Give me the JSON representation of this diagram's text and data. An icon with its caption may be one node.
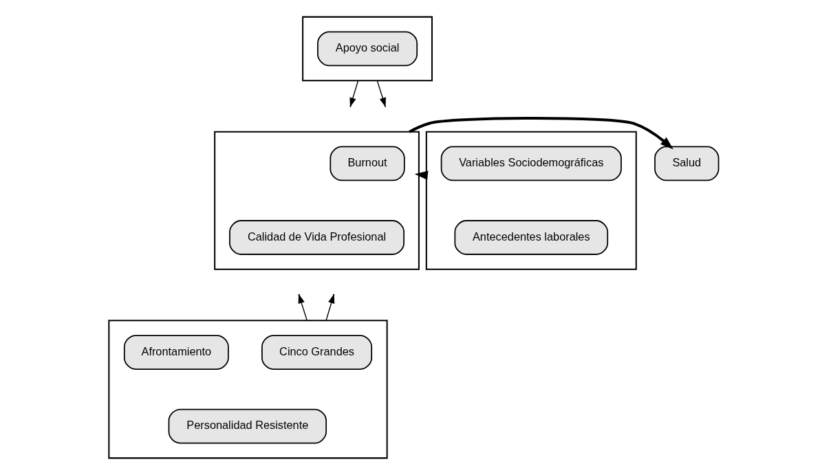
{
  "diagram": {
    "nodes": [
      {
        "text": [],
        "shape": "box"
      },
      {
        "text": [
          "Apoyo social"
        ],
        "in": 0
      },
      {
        "text": [],
        "shape": "box"
      },
      {
        "text": [
          "Variables Sociodemográficas"
        ],
        "in": 2
      },
      {
        "text": [
          "Antecedentes laborales"
        ],
        "in": 2
      },
      {
        "text": [],
        "shape": "box"
      },
      {
        "text": [
          "Burnout"
        ],
        "in": 5
      },
      {
        "text": [
          "Calidad de Vida Profesional"
        ],
        "in": 5
      },
      {
        "text": [
          "Salud"
        ]
      },
      {
        "text": [],
        "shape": "box"
      },
      {
        "text": [
          "Cinco Grandes"
        ],
        "in": 9
      },
      {
        "text": [
          "Afrontamiento"
        ],
        "in": 9
      },
      {
        "text": [
          "Personalidad Resistente"
        ],
        "in": 9
      }
    ],
    "edges": [
      {
        "from": 2,
        "to": 5,
        "arrow": "to",
        "style": "thick"
      },
      {
        "from": 5,
        "to": 8,
        "arrow": "to",
        "style": "thick"
      },
      {
        "from": 0,
        "to": null,
        "arrow": "to"
      },
      {
        "from": 0,
        "to": null,
        "arrow": "to"
      },
      {
        "from": 9,
        "to": null,
        "arrow": "to"
      },
      {
        "from": 9,
        "to": null,
        "arrow": "to"
      }
    ]
  }
}
